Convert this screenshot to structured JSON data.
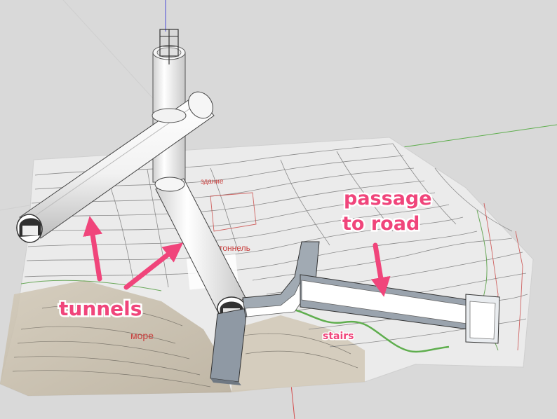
{
  "labels": {
    "tunnels": "tunnels",
    "passage_line1": "passage",
    "passage_line2": "to road",
    "stairs": "stairs"
  },
  "map_labels": {
    "building": "здание",
    "tunnel": "тоннель",
    "sea": "море"
  },
  "colors": {
    "background": "#d9d9d9",
    "map_paper": "#e9e9e9",
    "contour": "#8a8a8a",
    "annotation_pink": "#f0457b",
    "stairs_green": "#5fae4e",
    "tube_white": "#ffffff",
    "tube_shadow": "#b9b9b9",
    "structure_grey": "#9aa3ad",
    "map_text_red": "#c9413f"
  }
}
